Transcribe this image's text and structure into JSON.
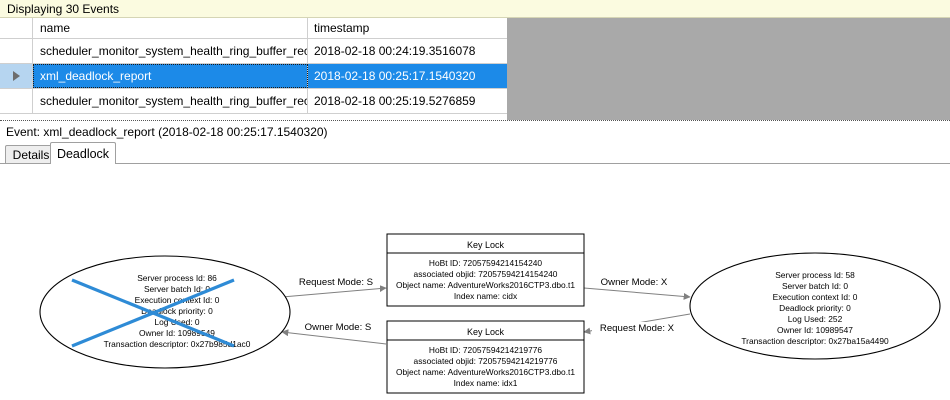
{
  "banner": {
    "text": "Displaying 30 Events"
  },
  "grid": {
    "columns": [
      "name",
      "timestamp"
    ],
    "rows": [
      {
        "name": "scheduler_monitor_system_health_ring_buffer_recorded",
        "timestamp": "2018-02-18 00:24:19.3516078",
        "selected": false
      },
      {
        "name": "xml_deadlock_report",
        "timestamp": "2018-02-18 00:25:17.1540320",
        "selected": true
      },
      {
        "name": "scheduler_monitor_system_health_ring_buffer_recorded",
        "timestamp": "2018-02-18 00:25:19.5276859",
        "selected": false
      }
    ]
  },
  "event_caption": {
    "text": "Event: xml_deadlock_report (2018-02-18 00:25:17.1540320)"
  },
  "tabs": [
    {
      "label": "Details",
      "active": false
    },
    {
      "label": "Deadlock",
      "active": true
    }
  ],
  "deadlock_graph": {
    "process_left": {
      "title": "victim-process",
      "lines": [
        "Server process Id: 86",
        "Server batch Id: 0",
        "Execution context Id: 0",
        "Deadlock priority: 0",
        "Log Used: 0",
        "Owner Id: 10989549",
        "Transaction descriptor: 0x27b985d1ac0"
      ],
      "victim": true,
      "victim_cross_color": "#2e8bd6"
    },
    "process_right": {
      "title": "process",
      "lines": [
        "Server process Id: 58",
        "Server batch Id: 0",
        "Execution context Id: 0",
        "Deadlock priority: 0",
        "Log Used: 252",
        "Owner Id: 10989547",
        "Transaction descriptor: 0x27ba15a4490"
      ],
      "victim": false
    },
    "resource_top": {
      "title": "Key Lock",
      "lines": [
        "HoBt ID: 72057594214154240",
        "associated objid: 72057594214154240",
        "Object name: AdventureWorks2016CTP3.dbo.t1",
        "Index name: cidx"
      ]
    },
    "resource_bottom": {
      "title": "Key Lock",
      "lines": [
        "HoBt ID: 72057594214219776",
        "associated objid: 72057594214219776",
        "Object name: AdventureWorks2016CTP3.dbo.t1",
        "Index name: idx1"
      ]
    },
    "edges": [
      {
        "id": "left-request-top",
        "label": "Request Mode: S"
      },
      {
        "id": "top-owner-right",
        "label": "Owner Mode: X"
      },
      {
        "id": "bottom-owner-left",
        "label": "Owner Mode: S"
      },
      {
        "id": "right-request-bottom",
        "label": "Request Mode: X"
      }
    ]
  },
  "colors": {
    "banner_bg": "#fbfbe0",
    "selection_blue": "#1c8ae8",
    "grid_filler_gray": "#a9a9a9",
    "victim_cross": "#2e8bd6"
  }
}
